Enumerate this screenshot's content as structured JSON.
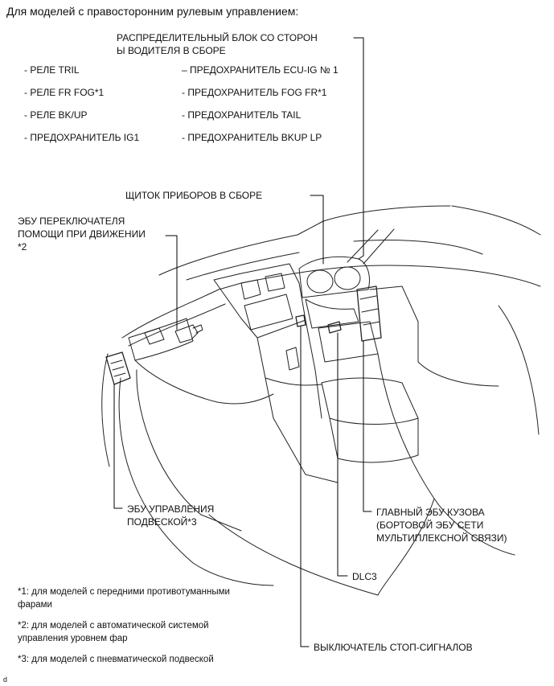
{
  "header": "Для моделей с правосторонним рулевым управлением:",
  "labels": {
    "junction_block_1": "РАСПРЕДЕЛИТЕЛЬНЫЙ БЛОК СО СТОРОН",
    "junction_block_2": "Ы ВОДИТЕЛЯ В СБОРЕ",
    "relay_tril": "- РЕЛЕ TRIL",
    "relay_fr_fog": "- РЕЛЕ FR FOG*1",
    "relay_bk_up": "- РЕЛЕ BK/UP",
    "fuse_ig1": "- ПРЕДОХРАНИТЕЛЬ IG1",
    "fuse_ecu_ig": "– ПРЕДОХРАНИТЕЛЬ ECU-IG № 1",
    "fuse_fog_fr": "- ПРЕДОХРАНИТЕЛЬ FOG FR*1",
    "fuse_tail": "- ПРЕДОХРАНИТЕЛЬ TAIL",
    "fuse_bkup_lp": "- ПРЕДОХРАНИТЕЛЬ BKUP LP",
    "instrument_panel": "ЩИТОК ПРИБОРОВ В СБОРЕ",
    "driving_assist_1": "ЭБУ ПЕРЕКЛЮЧАТЕЛЯ",
    "driving_assist_2": "ПОМОЩИ ПРИ ДВИЖЕНИИ",
    "driving_assist_3": "*2",
    "suspension_1": "ЭБУ УПРАВЛЕНИЯ",
    "suspension_2": "ПОДВЕСКОЙ*3",
    "main_body_1": "ГЛАВНЫЙ ЭБУ КУЗОВА",
    "main_body_2": "(БОРТОВОЙ ЭБУ СЕТИ",
    "main_body_3": "МУЛЬТИПЛЕКСНОЙ СВЯЗИ)",
    "dlc3": "DLC3",
    "stop_light": "ВЫКЛЮЧАТЕЛЬ СТОП-СИГНАЛОВ"
  },
  "footnotes": {
    "fn1_a": "*1: для моделей с передними противотуманными",
    "fn1_b": "фарами",
    "fn2_a": "*2: для моделей с автоматической системой",
    "fn2_b": "управления уровнем фар",
    "fn3": "*3: для моделей с пневматической подвеской"
  },
  "corner_mark": "d"
}
